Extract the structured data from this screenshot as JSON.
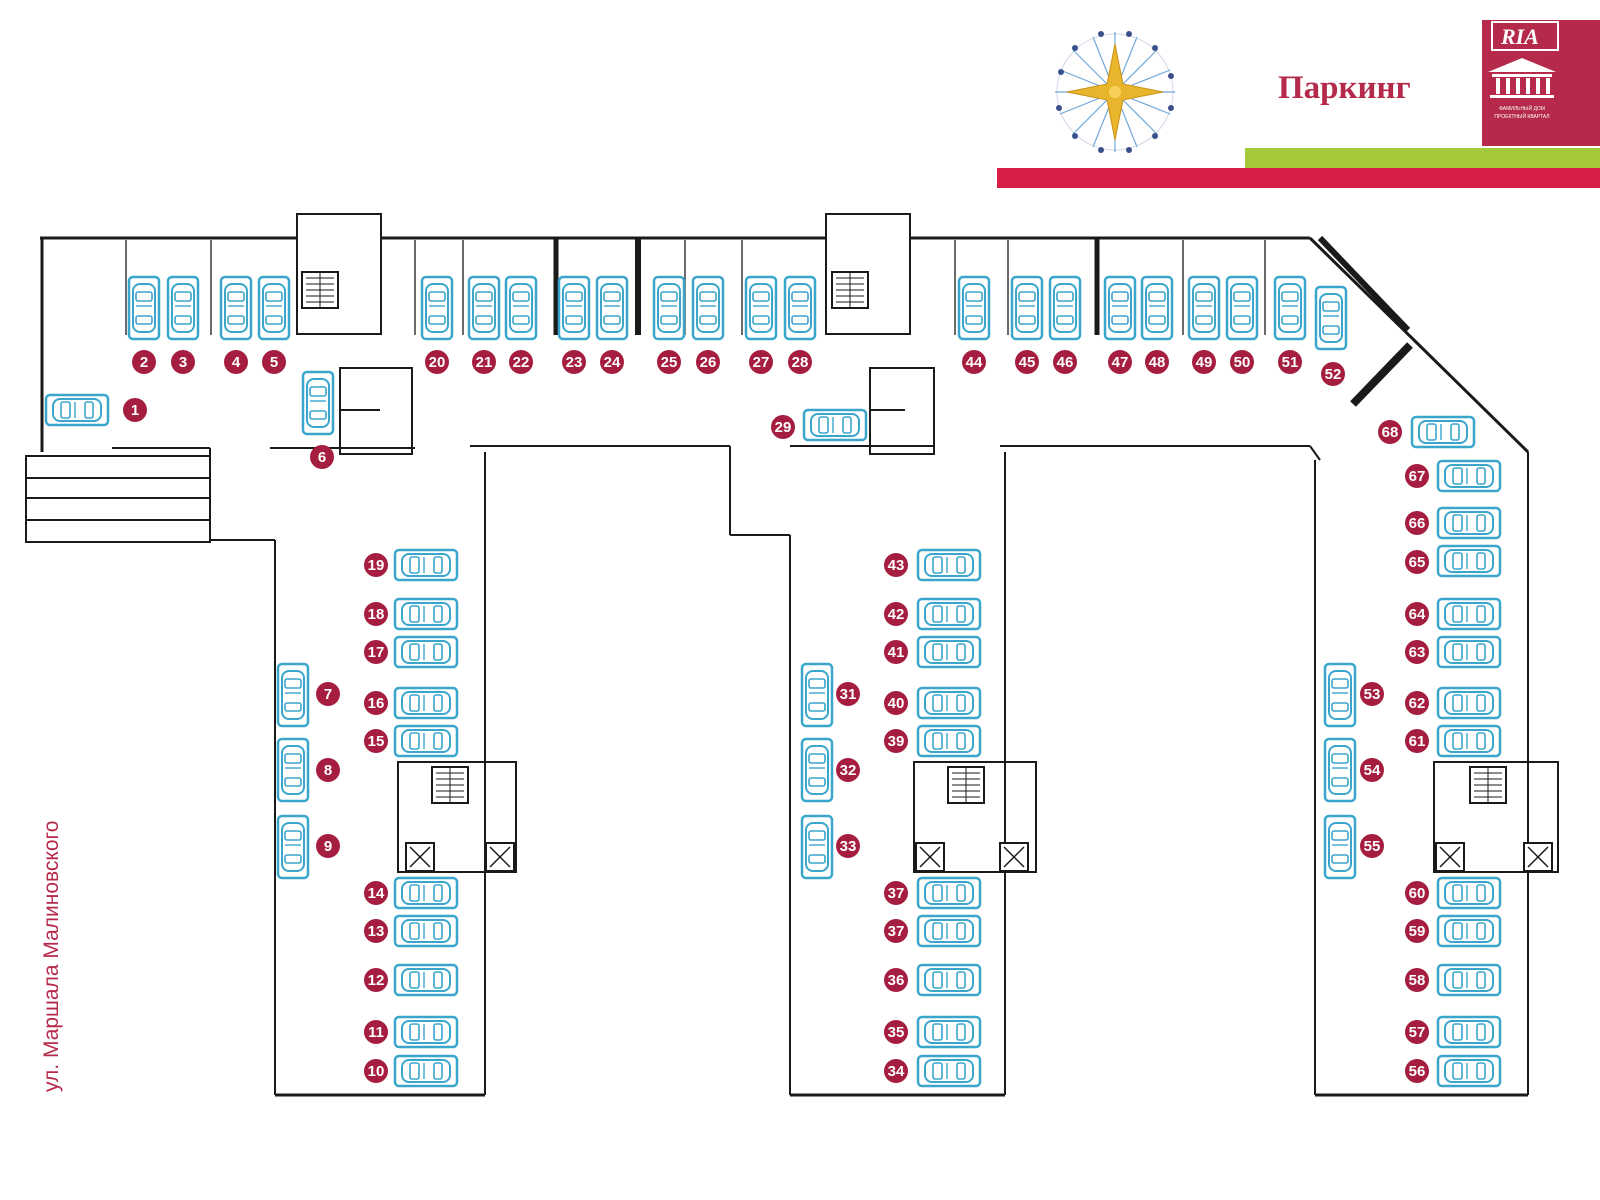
{
  "header": {
    "title": "Паркинг",
    "logo_text": "RIA",
    "logo_caption": "ФАМИЛЬНЫЙ ДОМ",
    "logo_subcaption": "ПРОЕКТНЫЙ КВАРТАЛ",
    "compass_icon": "compass-rose-icon",
    "colors": {
      "brand": "#b5294a",
      "accent_green": "#a4c93a",
      "car": "#3aa6cc",
      "number_badge": "#a51d3f"
    }
  },
  "street": {
    "label": "ул. Маршала Малиновского"
  },
  "parking_spots": [
    "1",
    "2",
    "3",
    "4",
    "5",
    "6",
    "7",
    "8",
    "9",
    "10",
    "11",
    "12",
    "13",
    "14",
    "15",
    "16",
    "17",
    "18",
    "19",
    "20",
    "21",
    "22",
    "23",
    "24",
    "25",
    "26",
    "27",
    "28",
    "29",
    "31",
    "32",
    "33",
    "34",
    "35",
    "36",
    "37",
    "37",
    "39",
    "40",
    "41",
    "42",
    "43",
    "44",
    "45",
    "46",
    "47",
    "48",
    "49",
    "50",
    "51",
    "52",
    "53",
    "54",
    "55",
    "56",
    "57",
    "58",
    "59",
    "60",
    "61",
    "62",
    "63",
    "64",
    "65",
    "66",
    "67",
    "68"
  ]
}
